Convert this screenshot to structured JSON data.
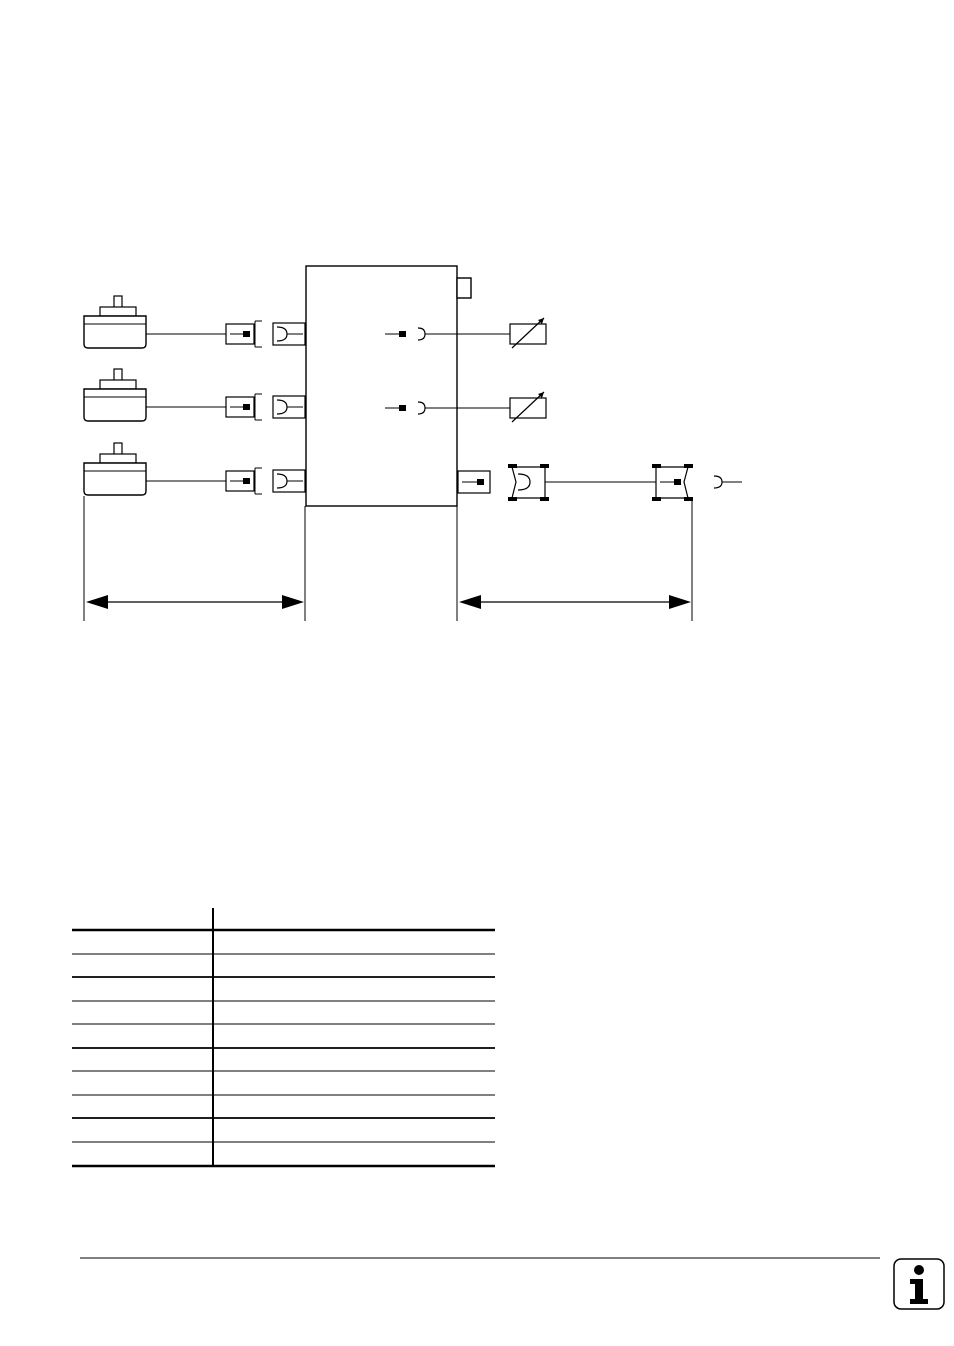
{
  "diagram": {
    "description_text": [],
    "encoders": [
      {
        "id": "encoder-1"
      },
      {
        "id": "encoder-2"
      },
      {
        "id": "encoder-3"
      }
    ],
    "cable_connectors": [
      {
        "id": "cable-connector-1"
      },
      {
        "id": "cable-connector-2"
      },
      {
        "id": "cable-connector-3"
      }
    ],
    "unit_inputs": [
      {
        "id": "unit-input-1"
      },
      {
        "id": "unit-input-2"
      },
      {
        "id": "unit-input-3"
      }
    ],
    "unit_outputs": [
      {
        "id": "unit-output-1",
        "kind": "adjustable-resistor"
      },
      {
        "id": "unit-output-2",
        "kind": "adjustable-resistor"
      },
      {
        "id": "unit-output-3",
        "kind": "sub-d-cable"
      }
    ]
  },
  "table": {
    "header": [
      "",
      ""
    ],
    "rows": [
      [
        "",
        ""
      ],
      [
        "",
        ""
      ],
      [
        "",
        ""
      ],
      [
        "",
        ""
      ],
      [
        "",
        ""
      ],
      [
        "",
        ""
      ],
      [
        "",
        ""
      ],
      [
        "",
        ""
      ],
      [
        "",
        ""
      ],
      [
        "",
        ""
      ]
    ]
  },
  "footer": {
    "info_icon": "info-icon"
  }
}
